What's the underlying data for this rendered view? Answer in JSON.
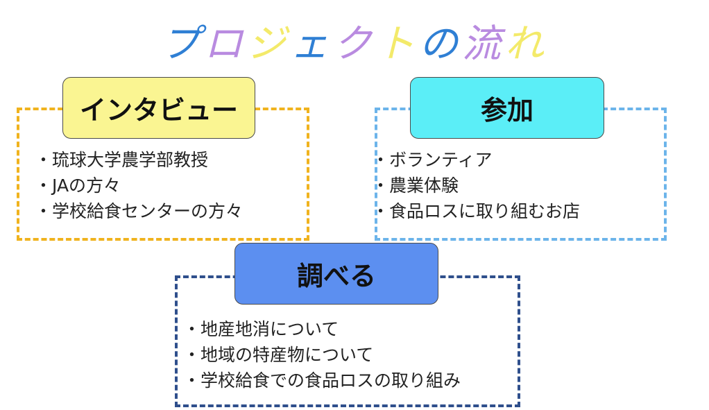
{
  "title": {
    "chars": [
      {
        "char": "プ",
        "color": "#2f7fd4"
      },
      {
        "char": "ロ",
        "color": "#b98be0"
      },
      {
        "char": "ジ",
        "color": "#f3ea6a"
      },
      {
        "char": "ェ",
        "color": "#2f7fd4"
      },
      {
        "char": "ク",
        "color": "#b98be0"
      },
      {
        "char": "ト",
        "color": "#f3ea6a"
      },
      {
        "char": "の",
        "color": "#2f7fd4"
      },
      {
        "char": "流",
        "color": "#b98be0"
      },
      {
        "char": "れ",
        "color": "#f3ea6a"
      }
    ]
  },
  "interview": {
    "label": "インタビュー",
    "items": [
      "琉球大学農学部教授",
      "JAの方々",
      "学校給食センターの方々"
    ]
  },
  "sanka": {
    "label": "参加",
    "items": [
      "ボランティア",
      "農業体験",
      "食品ロスに取り組むお店"
    ]
  },
  "shiraberu": {
    "label": "調べる",
    "items": [
      "地産地消について",
      "地域の特産物について",
      "学校給食での食品ロスの取り組み"
    ]
  }
}
